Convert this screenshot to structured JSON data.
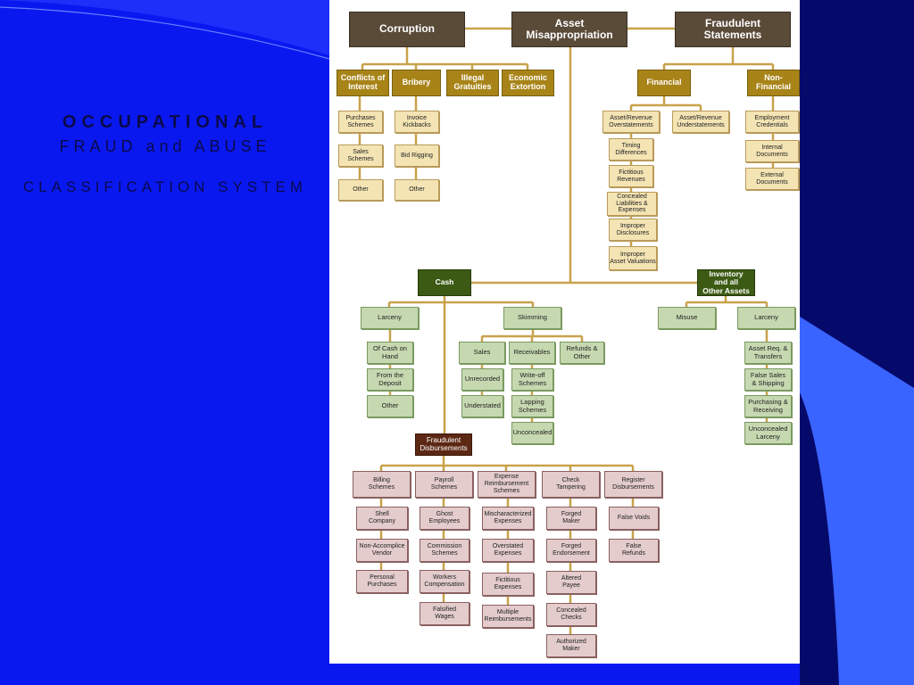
{
  "slide": {
    "title_line1": "OCCUPATIONAL",
    "title_line2": "FRAUD and ABUSE",
    "title_line3": "CLASSIFICATION SYSTEM"
  },
  "colors": {
    "background": "#0a18f0",
    "corner": "#3a64ff",
    "line": "#c8a24a"
  },
  "nodes": {
    "corruption": "Corruption",
    "asset": "Asset\nMisappropriation",
    "fraudulent": "Fraudulent\nStatements",
    "conflicts": "Conflicts of\nInterest",
    "bribery": "Bribery",
    "illegal": "Illegal\nGratuities",
    "economic": "Economic\nExtortion",
    "purchases": "Purchases\nSchemes",
    "sales_schemes": "Sales\nSchemes",
    "other_c": "Other",
    "invoice": "Invoice\nKickbacks",
    "bid": "Bid Rigging",
    "other_b": "Other",
    "financial": "Financial",
    "nonfinancial": "Non-\nFinancial",
    "overstatements": "Asset/Revenue\nOverstatements",
    "understatements": "Asset/Revenue\nUnderstatements",
    "timing": "Timing\nDifferences",
    "fictitious_rev": "Fictitious\nRevenues",
    "concealed": "Concealed\nLiabilities & Expenses",
    "improper_disc": "Improper\nDisclosures",
    "improper_val": "Improper\nAsset Valuations",
    "employment": "Employment\nCredentials",
    "internal": "Internal\nDocuments",
    "external": "External\nDocuments",
    "cash": "Cash",
    "inventory": "Inventory\nand all\nOther Assets",
    "larceny_c": "Larceny",
    "skimming": "Skimming",
    "misuse": "Misuse",
    "larceny_i": "Larceny",
    "cash_on_hand": "Of Cash on Hand",
    "from_deposit": "From the Deposit",
    "other_l": "Other",
    "sales": "Sales",
    "receivables": "Receivables",
    "refunds": "Refunds &\nOther",
    "unrecorded": "Unrecorded",
    "understated": "Understated",
    "writeoff": "Write-off\nSchemes",
    "lapping": "Lapping\nSchemes",
    "unconcealed_r": "Unconcealed",
    "asset_req": "Asset Req. &\nTransfers",
    "false_sales": "False Sales\n& Shipping",
    "purch_recv": "Purchasing &\nReceiving",
    "unconcealed_l": "Unconcealed\nLarceny",
    "disbursements": "Fraudulent\nDisbursements",
    "billing": "Billing\nSchemes",
    "payroll": "Payroll\nSchemes",
    "expense": "Expense\nReimbursement\nSchemes",
    "check": "Check\nTampering",
    "register": "Register\nDisbursements",
    "shell": "Shell\nCompany",
    "nonaccomplice": "Non-Accomplice\nVendor",
    "personal": "Personal\nPurchases",
    "ghost": "Ghost\nEmployees",
    "commission": "Commission\nSchemes",
    "workers": "Workers\nCompensation",
    "falsified": "Falsified\nWages",
    "mischaracterized": "Mischaracterized\nExpenses",
    "overstated_exp": "Overstated\nExpenses",
    "fictitious_exp": "Fictitious\nExpenses",
    "multiple": "Multiple\nReimbursements",
    "forged_maker": "Forged\nMaker",
    "forged_endorsement": "Forged\nEndorsement",
    "altered": "Altered\nPayee",
    "concealed_checks": "Concealed\nChecks",
    "authorized": "Authorized\nMaker",
    "false_voids": "False Voids",
    "false_refunds": "False\nRefunds"
  }
}
